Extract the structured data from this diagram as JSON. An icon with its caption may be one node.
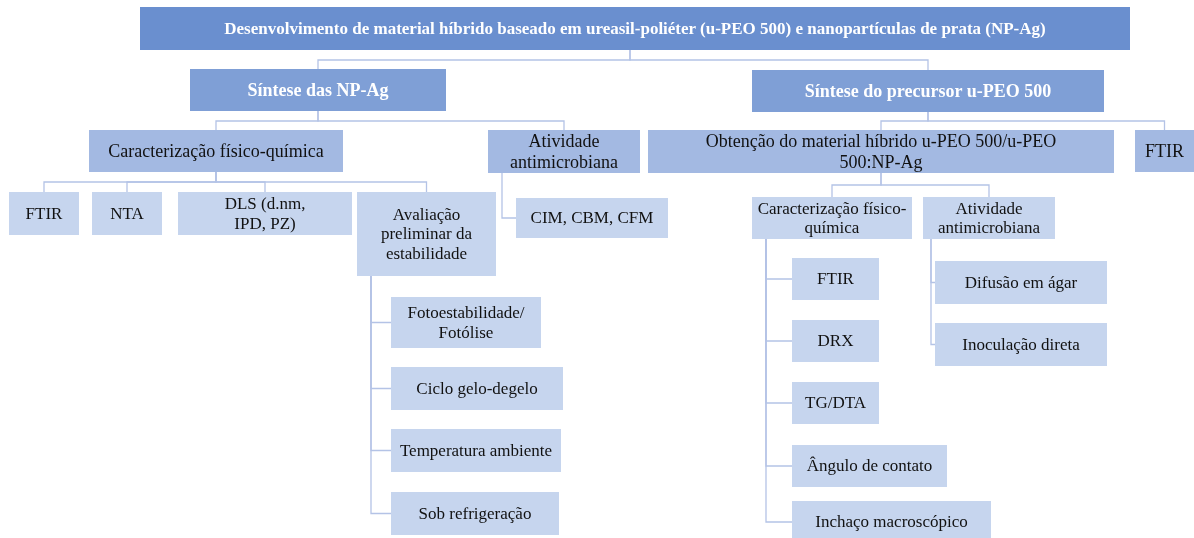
{
  "diagram": {
    "nodes": [
      {
        "text": [
          "Desenvolvimento de material híbrido baseado em ureasil-poliéter (u-PEO 500) e nanopartículas de prata (NP-Ag)"
        ]
      },
      {
        "text": [
          "Síntese das NP-Ag"
        ]
      },
      {
        "text": [
          "Síntese do precursor u-PEO 500"
        ]
      },
      {
        "text": [
          "Caracterização físico-química"
        ]
      },
      {
        "text": [
          "Atividade antimicrobiana"
        ]
      },
      {
        "text": [
          "Obtenção do material híbrido u-PEO 500/u-PEO 500:NP-Ag"
        ]
      },
      {
        "text": [
          "FTIR"
        ]
      },
      {
        "text": [
          "FTIR"
        ]
      },
      {
        "text": [
          "NTA"
        ]
      },
      {
        "text": [
          "DLS (d.nm, IPD, PZ)"
        ]
      },
      {
        "text": [
          "Avaliação preliminar da estabilidade"
        ]
      },
      {
        "text": [
          "CIM, CBM, CFM"
        ]
      },
      {
        "text": [
          "Caracterização físico-química"
        ]
      },
      {
        "text": [
          "Atividade antimicrobiana"
        ]
      },
      {
        "text": [
          "Fotoestabilidade/ Fotólise"
        ]
      },
      {
        "text": [
          "Ciclo gelo-degelo"
        ]
      },
      {
        "text": [
          "Temperatura ambiente"
        ]
      },
      {
        "text": [
          "Sob refrigeração"
        ]
      },
      {
        "text": [
          "FTIR"
        ]
      },
      {
        "text": [
          "DRX"
        ]
      },
      {
        "text": [
          "TG/DTA"
        ]
      },
      {
        "text": [
          "Ângulo de contato"
        ]
      },
      {
        "text": [
          "Inchaço macroscópico"
        ]
      },
      {
        "text": [
          "Difusão em ágar"
        ]
      },
      {
        "text": [
          "Inoculação direta"
        ]
      }
    ],
    "edges": [
      {
        "from": 0,
        "to": 1,
        "arrow": "none"
      },
      {
        "from": 0,
        "to": 2,
        "arrow": "none"
      },
      {
        "from": 1,
        "to": 3,
        "arrow": "none"
      },
      {
        "from": 1,
        "to": 4,
        "arrow": "none"
      },
      {
        "from": 2,
        "to": 5,
        "arrow": "none"
      },
      {
        "from": 2,
        "to": 6,
        "arrow": "none"
      },
      {
        "from": 3,
        "to": 7,
        "arrow": "none"
      },
      {
        "from": 3,
        "to": 8,
        "arrow": "none"
      },
      {
        "from": 3,
        "to": 9,
        "arrow": "none"
      },
      {
        "from": 3,
        "to": 10,
        "arrow": "none"
      },
      {
        "from": 4,
        "to": 11,
        "arrow": "none"
      },
      {
        "from": 5,
        "to": 12,
        "arrow": "none"
      },
      {
        "from": 5,
        "to": 13,
        "arrow": "none"
      },
      {
        "from": 10,
        "to": 14,
        "arrow": "none"
      },
      {
        "from": 10,
        "to": 15,
        "arrow": "none"
      },
      {
        "from": 10,
        "to": 16,
        "arrow": "none"
      },
      {
        "from": 10,
        "to": 17,
        "arrow": "none"
      },
      {
        "from": 12,
        "to": 18,
        "arrow": "none"
      },
      {
        "from": 12,
        "to": 19,
        "arrow": "none"
      },
      {
        "from": 12,
        "to": 20,
        "arrow": "none"
      },
      {
        "from": 12,
        "to": 21,
        "arrow": "none"
      },
      {
        "from": 12,
        "to": 22,
        "arrow": "none"
      },
      {
        "from": 13,
        "to": 23,
        "arrow": "none"
      },
      {
        "from": 13,
        "to": 24,
        "arrow": "none"
      }
    ]
  }
}
